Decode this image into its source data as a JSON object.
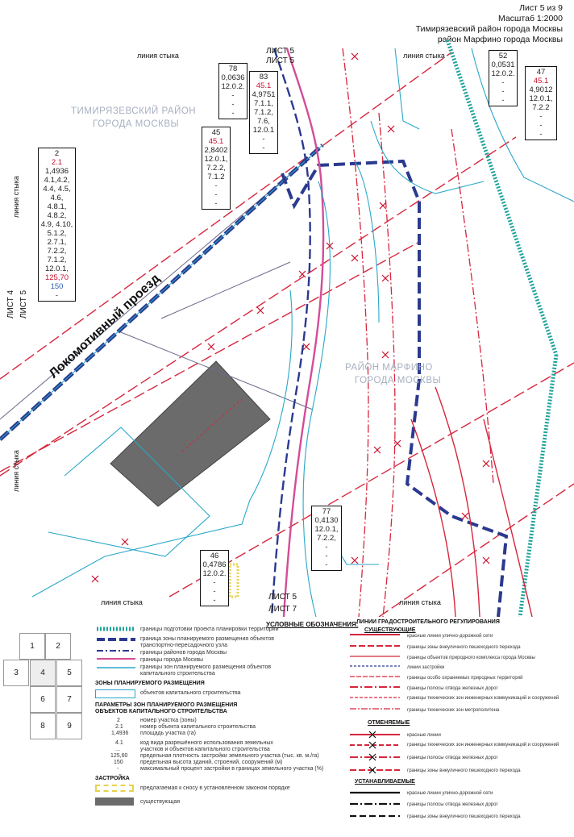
{
  "header": {
    "sheet": "Лист 5 из 9",
    "scale": "Масштаб 1:2000",
    "district1": "Тимирязевский район города Москвы",
    "district2": "район Марфино города Москвы"
  },
  "map": {
    "labels": {
      "line_top_left": "линия стыка",
      "line_top_right": "линия стыка",
      "line_left_1": "линия стыка",
      "line_left_2": "линия стыка",
      "line_bottom_left": "линия стыка",
      "line_bottom_right": "линия стыка",
      "sheet_top": "ЛИСТ 5",
      "sheet_top2": "ЛИСТ 5",
      "sheet_left1": "ЛИСТ 4",
      "sheet_left2": "ЛИСТ 5",
      "sheet_bottom1": "ЛИСТ 5",
      "sheet_bottom2": "ЛИСТ 7",
      "district_timiryazev_1": "ТИМИРЯЗЕВСКИЙ РАЙОН",
      "district_timiryazev_2": "ГОРОДА МОСКВЫ",
      "district_marfino_1": "РАЙОН МАРФИНО",
      "district_marfino_2": "ГОРОДА МОСКВЫ",
      "street": "Локомотивный проезд"
    },
    "boxes": {
      "b2": [
        "2",
        "2.1",
        "1,4936",
        "4.1,4.2,",
        "4.4, 4.5, 4.6,",
        "4.8.1, 4.8.2,",
        "4.9, 4.10,",
        "5.1.2,",
        "2.7.1,",
        "7.2.2, 7.1.2,",
        "12.0.1,",
        "125,70",
        "150",
        "-"
      ],
      "b78": [
        "78",
        "0,0636",
        "12.0.2.",
        "-",
        "-",
        "-"
      ],
      "b83": [
        "83",
        "45.1",
        "4,9751",
        "7.1.1,",
        "7.1.2,",
        "7.6,",
        "12.0.1",
        "-",
        "-"
      ],
      "b45": [
        "45",
        "45.1",
        "2,8402",
        "12.0.1,",
        "7.2.2,",
        "7.1.2",
        "-",
        "-",
        "-"
      ],
      "b52": [
        "52",
        "0,0531",
        "12.0.2.",
        "-",
        "-",
        "-"
      ],
      "b47": [
        "47",
        "45.1",
        "4,9012",
        "12.0.1,",
        "7.2.2",
        "-",
        "-",
        "-"
      ],
      "b77": [
        "77",
        "0,4130",
        "12.0.1,",
        "7.2.2,",
        "-",
        "-",
        "-"
      ],
      "b46": [
        "46",
        "0,4786",
        "12.0.2.",
        "-",
        "-",
        "-"
      ]
    }
  },
  "legend": {
    "title": "УСЛОВНЫЕ ОБОЗНАЧЕНИЯ:",
    "grid": [
      "1",
      "2",
      "3",
      "4",
      "5",
      "6",
      "7",
      "8",
      "9"
    ],
    "left_items": [
      "границы подготовки проекта планировки территории",
      "граница зоны планируемого размещения объектов",
      "транспортно-пересадочного узла",
      "границы районов города Москвы",
      "границы города Москвы",
      "границы зон планируемого размещения объектов",
      "капитального строительства"
    ],
    "zones_heading": "ЗОНЫ ПЛАНИРУЕМОГО РАЗМЕЩЕНИЯ",
    "zones_item": "объектов капитального строительства",
    "params_heading1": "ПАРАМЕТРЫ ЗОН ПЛАНИРУЕМОГО РАЗМЕЩЕНИЯ",
    "params_heading2": "ОБЪЕКТОВ КАПИТАЛЬНОГО СТРОИТЕЛЬСТВА",
    "params_sample": [
      "2",
      "2.1",
      "1,4936",
      "4.1",
      "...",
      "125,60",
      "150",
      "-"
    ],
    "params_items": [
      "номер участка (зоны)",
      "номер объекта капитального строительства",
      "площадь участка (га)",
      "код вида разрешённого использования земельных",
      "участков и объектов капитального строительства",
      "предельная плотность застройки земельного участка (тыс. кв. м./га)",
      "предельная высота зданий, строений, сооружений (м)",
      "максимальный процент застройки в границах земельного участка (%)"
    ],
    "build_heading": "ЗАСТРОЙКА",
    "build_items": [
      "предлагаемая к сносу в установленном законом порядке",
      "существующая"
    ],
    "right_heading": "ЛИНИИ ГРАДОСТРОИТЕЛЬНОГО РЕГУЛИРОВАНИЯ",
    "existing": "СУЩЕСТВУЮЩИЕ",
    "existing_items": [
      "красные линии улично-дорожной сети",
      "границы зоны внеуличного пешеходного перехода",
      "границы объектов природного комплекса города Москвы",
      "линии застройки",
      "границы особо охраняемых природных территорий",
      "границы полосы отвода железных дорог",
      "границы технических зон инженерных коммуникаций и сооружений",
      "границы технических зон метрополитена"
    ],
    "cancelled": "ОТМЕНЯЕМЫЕ",
    "cancelled_items": [
      "красные линии",
      "границы технических зон инженерных коммуникаций и сооружений",
      "границы полосы отвода железных дорог",
      "границы зоны внеуличного пешеходного перехода"
    ],
    "established": "УСТАНАВЛИВАЕМЫЕ",
    "established_items": [
      "красные линии улично-дорожной сети",
      "границы полосы отвода железных дорог",
      "границы зоны внеуличного пешеходного перехода"
    ]
  },
  "colors": {
    "red_line": "#d7263d",
    "blue_dash": "#2b3a8f",
    "teal": "#1fa39a",
    "pink": "#d44c97",
    "cyan": "#2aa7c9",
    "gray_building": "#6b6b6b"
  }
}
